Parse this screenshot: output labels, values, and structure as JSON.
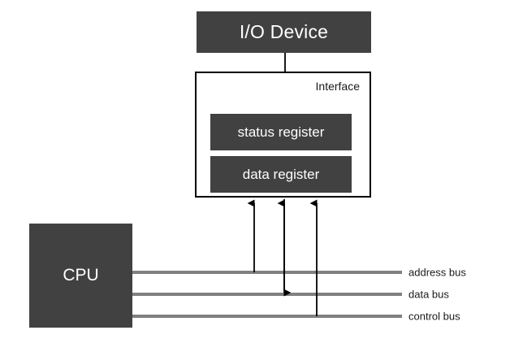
{
  "diagram": {
    "title_elements": {
      "io_device": "I/O Device",
      "interface": "Interface",
      "status_register": "status register",
      "data_register": "data register",
      "cpu": "CPU"
    },
    "buses": [
      {
        "id": "address",
        "label": "address bus"
      },
      {
        "id": "data",
        "label": "data bus"
      },
      {
        "id": "control",
        "label": "control bus"
      }
    ],
    "colors": {
      "box_fill": "#414141",
      "box_text": "#ffffff",
      "bus_line": "#808080",
      "outline": "#000000",
      "label_text": "#1a1a1a",
      "background": "#ffffff"
    },
    "connections": [
      {
        "from": "io-device",
        "to": "interface",
        "style": "plain-line"
      },
      {
        "from": "address-bus",
        "to": "interface",
        "style": "arrow-up"
      },
      {
        "from": "data-bus",
        "to": "interface",
        "style": "arrow-bidirectional"
      },
      {
        "from": "control-bus",
        "to": "interface",
        "style": "arrow-up"
      }
    ]
  }
}
